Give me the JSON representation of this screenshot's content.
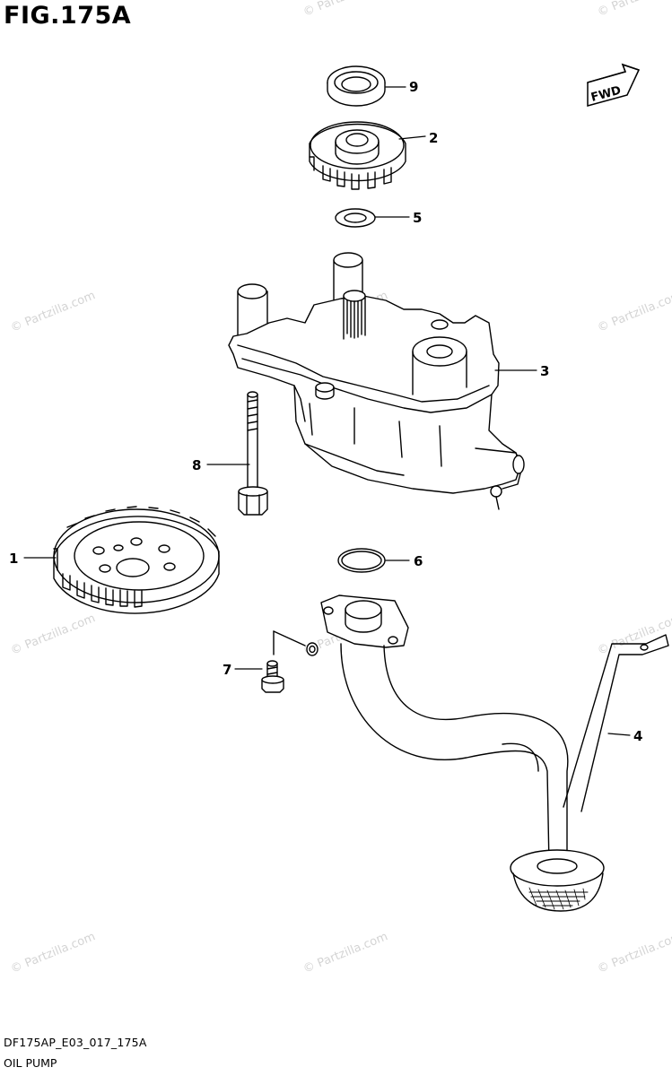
{
  "figure": {
    "title": "FIG.175A",
    "code": "DF175AP_E03_017_175A",
    "name": "OIL PUMP",
    "direction_label": "FWD",
    "watermark": "© Partzilla.com"
  },
  "callouts": [
    {
      "number": "9",
      "part": "bearing"
    },
    {
      "number": "2",
      "part": "driven-gear"
    },
    {
      "number": "5",
      "part": "washer"
    },
    {
      "number": "3",
      "part": "oil-pump-assembly"
    },
    {
      "number": "8",
      "part": "bolt-long"
    },
    {
      "number": "1",
      "part": "drive-gear"
    },
    {
      "number": "6",
      "part": "o-ring"
    },
    {
      "number": "7",
      "part": "bolt-short"
    },
    {
      "number": "4",
      "part": "oil-strainer-pipe"
    }
  ],
  "colors": {
    "line": "#000000",
    "watermark": "#d0d0d0",
    "background": "#ffffff"
  }
}
